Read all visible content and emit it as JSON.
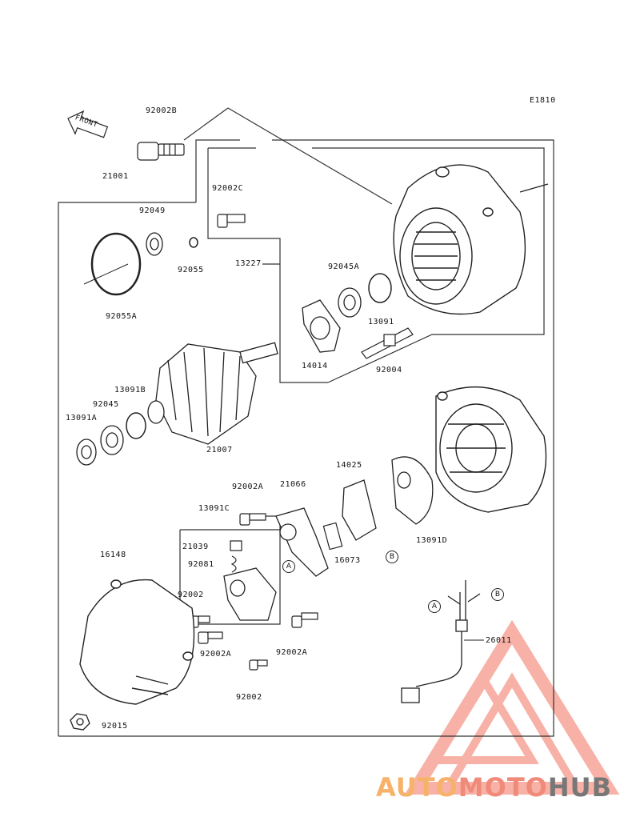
{
  "diagram": {
    "code": "E1810",
    "front_label": "FRONT",
    "parts": {
      "p92002B": "92002B",
      "p21001": "21001",
      "p92002C": "92002C",
      "p92049": "92049",
      "p92055": "92055",
      "p92055A": "92055A",
      "p13227": "13227",
      "p92045A": "92045A",
      "p13091": "13091",
      "p14014": "14014",
      "p92004": "92004",
      "p13091B": "13091B",
      "p92045": "92045",
      "p13091A": "13091A",
      "p21007": "21007",
      "p14025": "14025",
      "p92002A_1": "92002A",
      "p21066": "21066",
      "p13091C": "13091C",
      "p21039": "21039",
      "p92081": "92081",
      "p16073": "16073",
      "p13091D": "13091D",
      "p16148": "16148",
      "p92002_1": "92002",
      "p92002A_2": "92002A",
      "p92002A_3": "92002A",
      "p92002_2": "92002",
      "p26011": "26011",
      "p92015": "92015"
    },
    "refs": {
      "a": "A",
      "b": "B"
    }
  },
  "watermark": {
    "part1": "AUTO",
    "part2": "MOTO",
    "part3": "HUB"
  }
}
